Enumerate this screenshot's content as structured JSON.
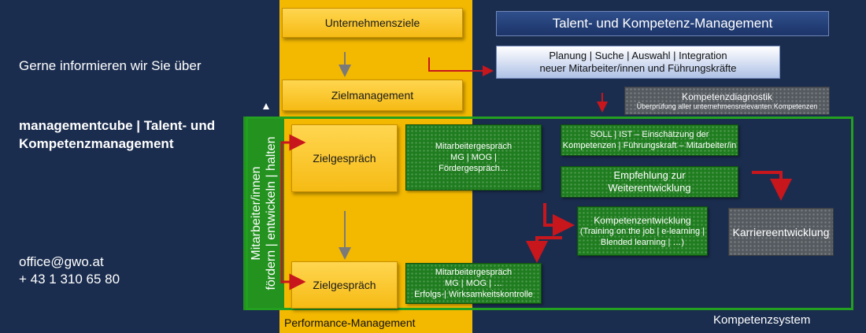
{
  "left_panel": {
    "intro": "Gerne informieren wir Sie über",
    "company_line1": "managementcube | Talent- und",
    "company_line2": "Kompetenzmanagement",
    "email": "office@gwo.at",
    "phone": "+ 43 1 310 65 80"
  },
  "header": {
    "title": "Talent- und Kompetenz-Management",
    "planning_line1": "Planung | Suche | Auswahl | Integration",
    "planning_line2": "neuer Mitarbeiter/innen und Führungskräfte"
  },
  "diagnostics": {
    "title": "Kompetenzdiagnostik",
    "subtitle": "Überprüfung aller unternehmensrelevanten Kompetenzen"
  },
  "performance": {
    "unternehmensziele": "Unternehmensziele",
    "zielmanagement": "Zielmanagement",
    "zielgespraech_1": "Zielgespräch",
    "zielgespraech_2": "Zielgespräch",
    "label": "Performance-Management"
  },
  "side_label": {
    "line1": "Mitarbeiter/innen",
    "line2": "fördern | entwickeln | halten"
  },
  "green_boxes": {
    "mg1_line1": "Mitarbeitergespräch",
    "mg1_line2": "MG | MOG |",
    "mg1_line3": "Fördergespräch…",
    "soll_line1": "SOLL | IST – Einschätzung der",
    "soll_line2": "Kompetenzen | Führungskraft – Mitarbeiter/in",
    "empf_line1": "Empfehlung zur",
    "empf_line2": "Weiterentwicklung",
    "kompetenz_line1": "Kompetenzentwicklung",
    "kompetenz_line2": "(Training on the job | e-learning |",
    "kompetenz_line3": "Blended learning | …)",
    "mg2_line1": "Mitarbeitergespräch",
    "mg2_line2": "MG | MOG | …",
    "mg2_line3": "Erfolgs-| Wirksamkeitskontrolle"
  },
  "karriere": "Karriereentwicklung",
  "system_label": "Kompetenzsystem",
  "colors": {
    "background": "#1b2d4f",
    "performance_band": "#f3b800",
    "competence_green": "#23a020",
    "arrow_red": "#c8161d"
  }
}
